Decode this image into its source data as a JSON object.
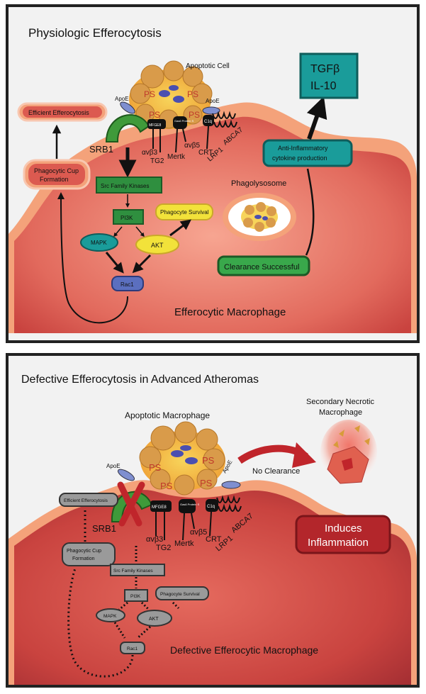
{
  "panel1": {
    "title": "Physiologic Efferocytosis",
    "apoptotic_cell_label": "Apoptotic Cell",
    "ps_label": "PS",
    "apoe_left": "ApoE",
    "apoe_right": "ApoE",
    "srb1": "SRB1",
    "mfge8": "MFGE8",
    "gas6": "Gas6 Protein S",
    "c1q": "C1q",
    "avb3": "αvβ3",
    "tg2": "TG2",
    "avb5": "αvβ5",
    "mertk": "Mertk",
    "crt": "CRT",
    "lrp1": "LRP1",
    "abca7": "ABCA7",
    "efficient_efferocytosis": "Efficient Efferocytosis",
    "phagocytic_cup_1": "Phagocytic Cup",
    "phagocytic_cup_2": "Formation",
    "src_kinases": "Src Family Kinases",
    "pi3k": "PI3K",
    "phagocyte_survival": "Phagocyte Survival",
    "mapk": "MAPK",
    "akt": "AKT",
    "rac1": "Rac1",
    "phagolysosome": "Phagolysosome",
    "clearance_successful": "Clearance Successful",
    "anti_inflammatory_1": "Anti-Inflammatory",
    "anti_inflammatory_2": "cytokine production",
    "tgfb": "TGFβ",
    "il10": "IL-10",
    "macrophage_label": "Efferocytic Macrophage"
  },
  "panel2": {
    "title": "Defective Efferocytosis in Advanced Atheromas",
    "apoptotic_macrophage": "Apoptotic Macrophage",
    "secondary_necrotic_1": "Secondary Necrotic",
    "secondary_necrotic_2": "Macrophage",
    "no_clearance": "No Clearance",
    "ps_label": "PS",
    "apoe_left": "ApoE",
    "apoe_right": "ApoE",
    "srb1": "SRB1",
    "mfge8": "MFGE8",
    "gas6": "Gas6 Protein S",
    "c1q": "C1q",
    "avb3": "αvβ3",
    "tg2": "TG2",
    "avb5": "αvβ5",
    "mertk": "Mertk",
    "crt": "CRT",
    "lrp1": "LRP1",
    "abca7": "ABCA7",
    "efficient_efferocytosis": "Efficient Efferocytosis",
    "phagocytic_cup_1": "Phagocytic Cup",
    "phagocytic_cup_2": "Formation",
    "src_kinases": "Src Family Kinases",
    "pi3k": "PI3K",
    "phagocyte_survival": "Phagocyte Survival",
    "mapk": "MAPK",
    "akt": "AKT",
    "rac1": "Rac1",
    "induces_1": "Induces",
    "induces_2": "Inflammation",
    "macrophage_label": "Defective Efferocytic Macrophage"
  },
  "colors": {
    "border": "#222222",
    "panel_bg": "#f2f2f2",
    "cell_outer": "#f4a27a",
    "cell_inner_1": "#ef8a7a",
    "cell_inner_2": "#c94a46",
    "green": "#2f8f3f",
    "green_light": "#39a84b",
    "teal": "#1a9c9a",
    "yellow": "#f2e23a",
    "blue_rac": "#5b6fbf",
    "red_dark": "#b3262b",
    "grey": "#9a9a9a"
  }
}
